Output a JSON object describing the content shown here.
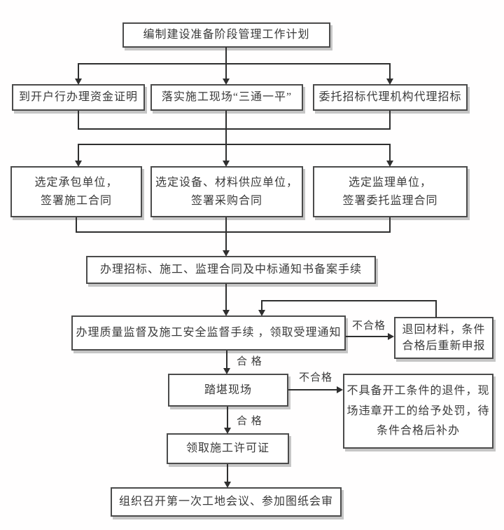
{
  "flowchart": {
    "nodes": {
      "plan": {
        "label": "编制建设准备阶段管理工作计划"
      },
      "fund": {
        "label": "到开户行办理资金证明"
      },
      "site": {
        "label": "落实施工现场“三通一平”"
      },
      "agency": {
        "label": "委托招标代理机构代理招标"
      },
      "contractor": {
        "line1": "选定承包单位，",
        "line2": "签署施工合同"
      },
      "supplier": {
        "line1": "选定设备、材料供应单位，",
        "line2": "签署采购合同"
      },
      "supervisor": {
        "line1": "选定监理单位，",
        "line2": "签署委托监理合同"
      },
      "filing": {
        "label": "办理招标、施工、监理合同及中标通知书备案手续"
      },
      "quality": {
        "label": "办理质量监督及施工安全监督手续 ，领取受理通知"
      },
      "return_material": {
        "line1": "退回材料，条件",
        "line2": "合格后重新申报"
      },
      "survey": {
        "label": "踏堪现场"
      },
      "reject": {
        "line1": "不具备开工条件的退件，现",
        "line2": "场违章开工的给予处罚，待",
        "line3": "条件合格后补办"
      },
      "permit": {
        "label": "领取施工许可证"
      },
      "meeting": {
        "label": "组织召开第一次工地会议、参加图纸会审"
      }
    },
    "edge_labels": {
      "quality_fail": "不合格",
      "quality_pass": "合 格",
      "survey_fail": "不合格",
      "survey_pass": "合 格"
    },
    "colors": {
      "line": "#2f2f2f",
      "box_border": "#4b4b4b",
      "box_shadow": "#c6c6c6",
      "text": "#3a3a3a",
      "background": "#ffffff"
    }
  }
}
